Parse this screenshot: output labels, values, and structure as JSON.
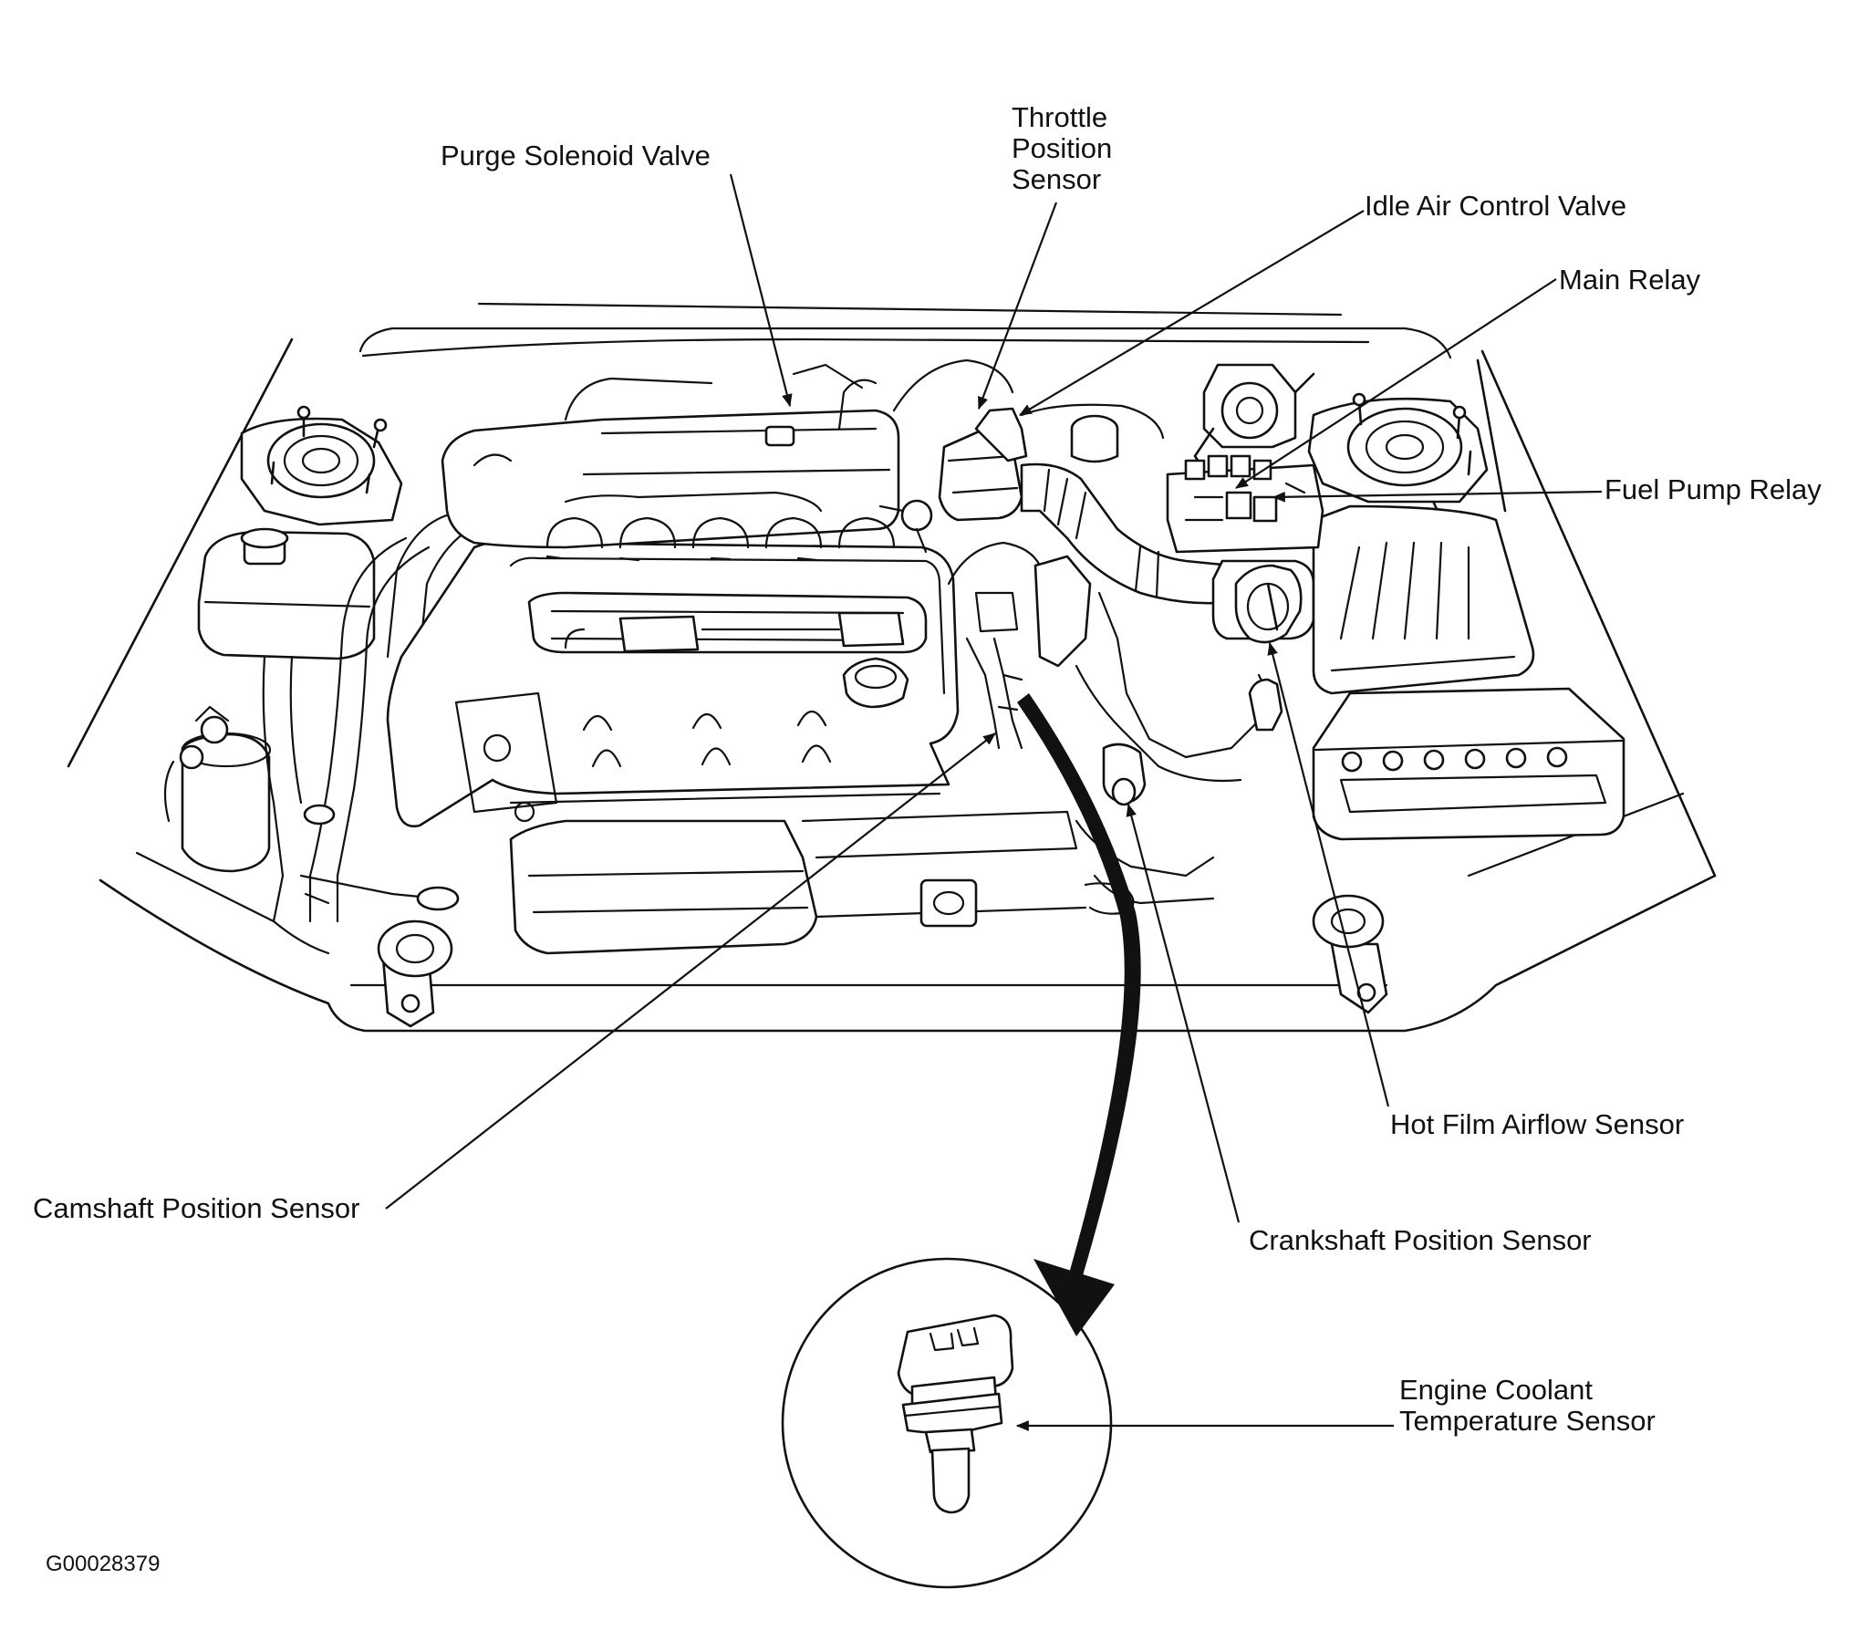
{
  "labels": {
    "purge_solenoid_valve": "Purge Solenoid Valve",
    "throttle_position_sensor": [
      "Throttle",
      "Position",
      "Sensor"
    ],
    "idle_air_control_valve": "Idle Air Control Valve",
    "main_relay": "Main Relay",
    "fuel_pump_relay": "Fuel Pump Relay",
    "hot_film_airflow_sensor": "Hot Film Airflow Sensor",
    "camshaft_position_sensor": "Camshaft Position Sensor",
    "crankshaft_position_sensor": "Crankshaft Position Sensor",
    "engine_coolant_temperature_sensor": [
      "Engine Coolant",
      "Temperature Sensor"
    ]
  },
  "figure_code": "G00028379",
  "colors": {
    "ink": "#111111",
    "paper": "#ffffff"
  }
}
